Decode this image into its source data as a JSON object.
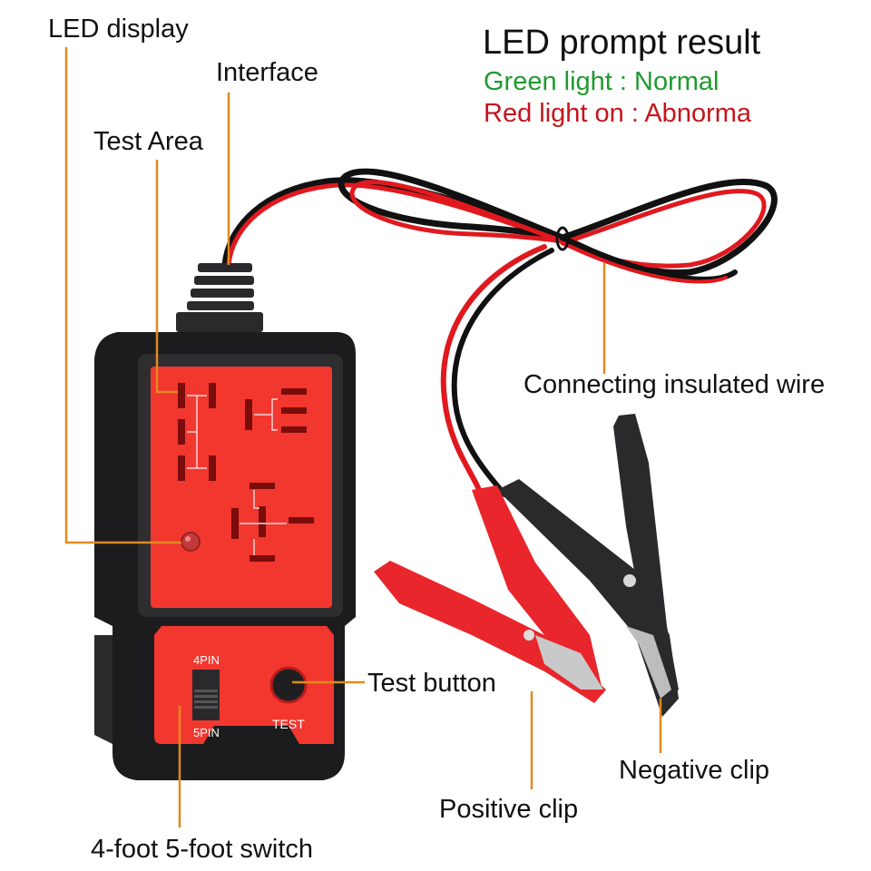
{
  "diagram": {
    "type": "product-annotation",
    "subject": "Automotive relay tester"
  },
  "legend": {
    "title": "LED prompt result",
    "items": [
      {
        "text": "Green light : Normal",
        "color": "#1f9a2e"
      },
      {
        "text": "Red light on : Abnorma",
        "color": "#c4161c"
      }
    ]
  },
  "callouts": {
    "led_display": "LED display",
    "interface": "Interface",
    "test_area": "Test Area",
    "wire": "Connecting insulated wire",
    "test_button": "Test button",
    "negative_clip": "Negative clip",
    "positive_clip": "Positive clip",
    "switch": "4-foot 5-foot switch"
  },
  "device": {
    "switch_top_label": "4PIN",
    "switch_bottom_label": "5PIN",
    "button_label": "TEST"
  },
  "colors": {
    "leader_line": "#e08a1e",
    "body_black": "#1c1c1e",
    "panel_red": "#f2372f",
    "wire_red": "#e0191f"
  }
}
